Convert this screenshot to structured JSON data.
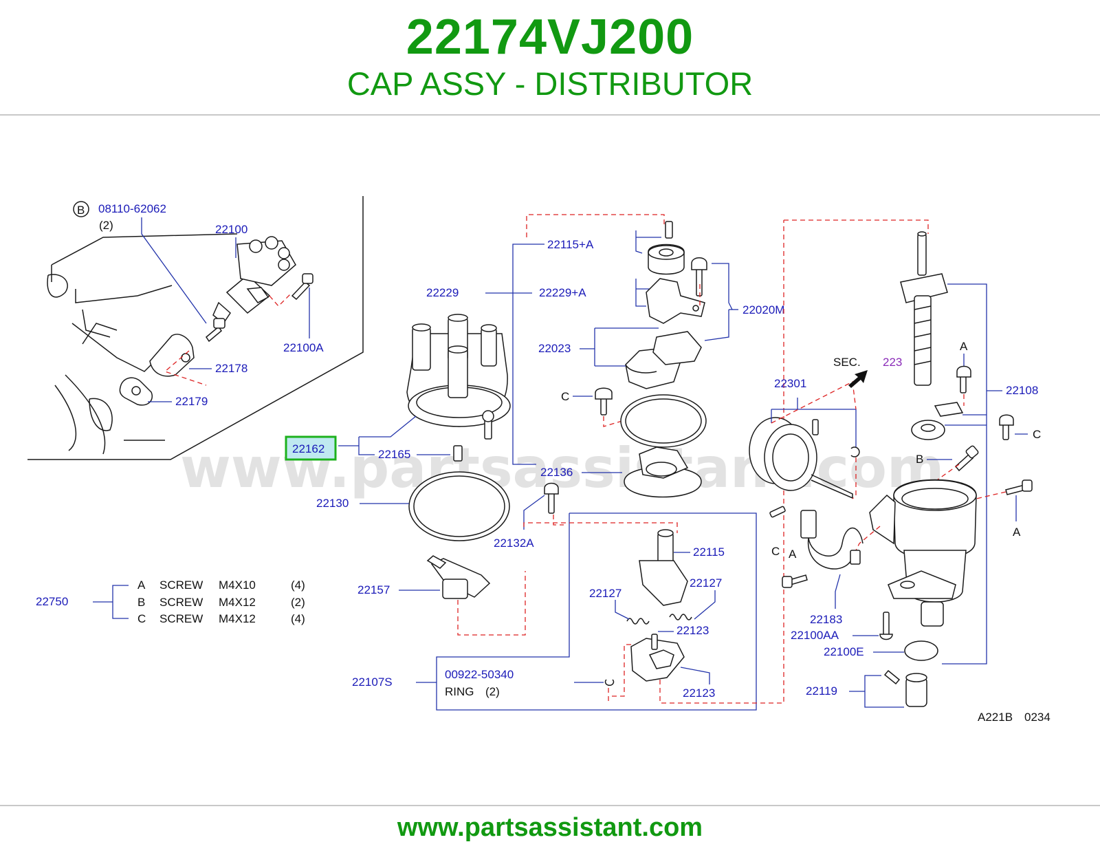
{
  "header": {
    "part_number": "22174VJ200",
    "part_name": "CAP ASSY - DISTRIBUTOR"
  },
  "footer": {
    "website": "www.partsassistant.com"
  },
  "watermark": "www.partsassistant.com",
  "colors": {
    "brand_green": "#119911",
    "label_blue": "#1a1ab8",
    "leader_red": "#dd2222",
    "highlight_border": "#1db11d"
  },
  "diagram": {
    "screw_callout": {
      "letter": "B",
      "number": "08110-62062",
      "qty": "(2)"
    },
    "labels": {
      "p22100": "22100",
      "p22100A": "22100A",
      "p22178": "22178",
      "p22179": "22179",
      "p22229_left": "22229",
      "p22229A": "22229+A",
      "p22115A": "22115+A",
      "p22020M": "22020M",
      "p22023": "22023",
      "p22162": "22162",
      "p22165": "22165",
      "p22136": "22136",
      "p22130": "22130",
      "p22132A": "22132A",
      "p22157": "22157",
      "p22115": "22115",
      "p22127_a": "22127",
      "p22127_b": "22127",
      "p22123_a": "22123",
      "p22123_b": "22123",
      "p22107S": "22107S",
      "ring_number": "00922-50340",
      "ring_text": "RING",
      "ring_qty": "(2)",
      "p22301": "22301",
      "sec_text": "SEC.",
      "sec_number": "223",
      "p22108": "22108",
      "p22183": "22183",
      "p22100AA": "22100AA",
      "p22100E": "22100E",
      "p22119": "22119",
      "p22750": "22750",
      "letter_c1": "C",
      "letter_c2": "C",
      "letter_c3": "C",
      "letter_b": "B",
      "letter_a1": "A",
      "letter_a2": "A",
      "letter_a3": "A",
      "ref_code": "A221B",
      "ref_num": "0234"
    },
    "screw_table": [
      {
        "letter": "A",
        "name": "SCREW",
        "size": "M4X10",
        "qty": "(4)"
      },
      {
        "letter": "B",
        "name": "SCREW",
        "size": "M4X12",
        "qty": "(2)"
      },
      {
        "letter": "C",
        "name": "SCREW",
        "size": "M4X12",
        "qty": "(4)"
      }
    ]
  }
}
